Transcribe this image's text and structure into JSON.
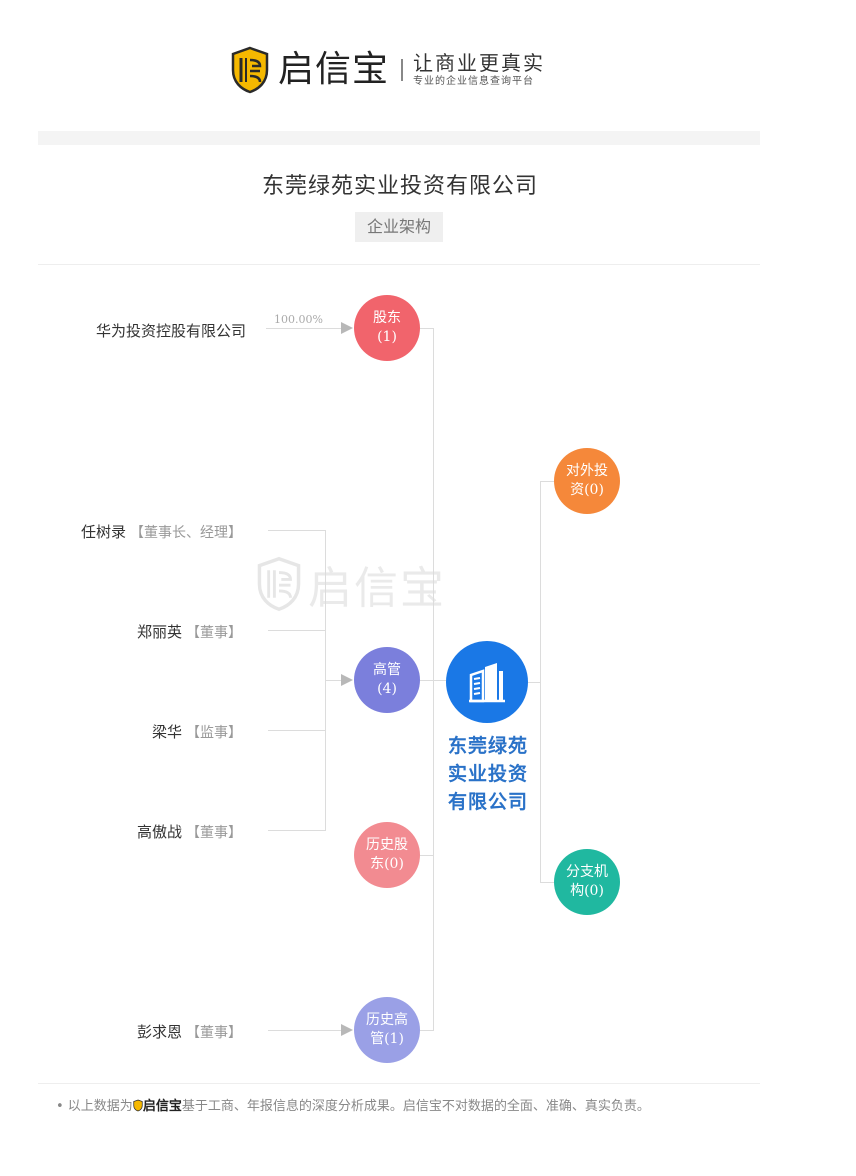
{
  "header": {
    "brand_name": "启信宝",
    "slogan": "让商业更真实",
    "tagline": "专业的企业信息查询平台",
    "logo_icon": "shield-logo-icon",
    "brand_color": "#f5b800"
  },
  "page": {
    "company_title": "东莞绿苑实业投资有限公司",
    "section_tag": "企业架构"
  },
  "diagram": {
    "center": {
      "icon": "building-icon",
      "name_lines": [
        "东莞绿苑",
        "实业投资",
        "有限公司"
      ],
      "color": "#1a78e6"
    },
    "nodes": {
      "shareholders": {
        "line1": "股东",
        "line2": "(1)",
        "color": "#f1646c"
      },
      "executives": {
        "line1": "高管",
        "line2": "(4)",
        "color": "#7b7fdc"
      },
      "history_shareholders": {
        "line1": "历史股",
        "line2": "东(0)",
        "color": "#f28b91"
      },
      "history_executives": {
        "line1": "历史高",
        "line2": "管(1)",
        "color": "#9aa0e6"
      },
      "investments": {
        "line1": "对外投",
        "line2": "资(0)",
        "color": "#f5883a"
      },
      "branches": {
        "line1": "分支机",
        "line2": "构(0)",
        "color": "#20b8a0"
      }
    },
    "shareholders_list": [
      {
        "name": "华为投资控股有限公司",
        "percent": "100.00%"
      }
    ],
    "executives_list": [
      {
        "name": "任树录",
        "role": "【董事长、经理】"
      },
      {
        "name": "郑丽英",
        "role": "【董事】"
      },
      {
        "name": "梁华",
        "role": "【监事】"
      },
      {
        "name": "高傲战",
        "role": "【董事】"
      }
    ],
    "history_executives_list": [
      {
        "name": "彭求恩",
        "role": "【董事】"
      }
    ],
    "watermark": "启信宝"
  },
  "footer": {
    "bullet": "•",
    "prefix": " 以上数据为",
    "brand": "启信宝",
    "text": "基于工商、年报信息的深度分析成果。启信宝不对数据的全面、准确、真实负责。"
  }
}
